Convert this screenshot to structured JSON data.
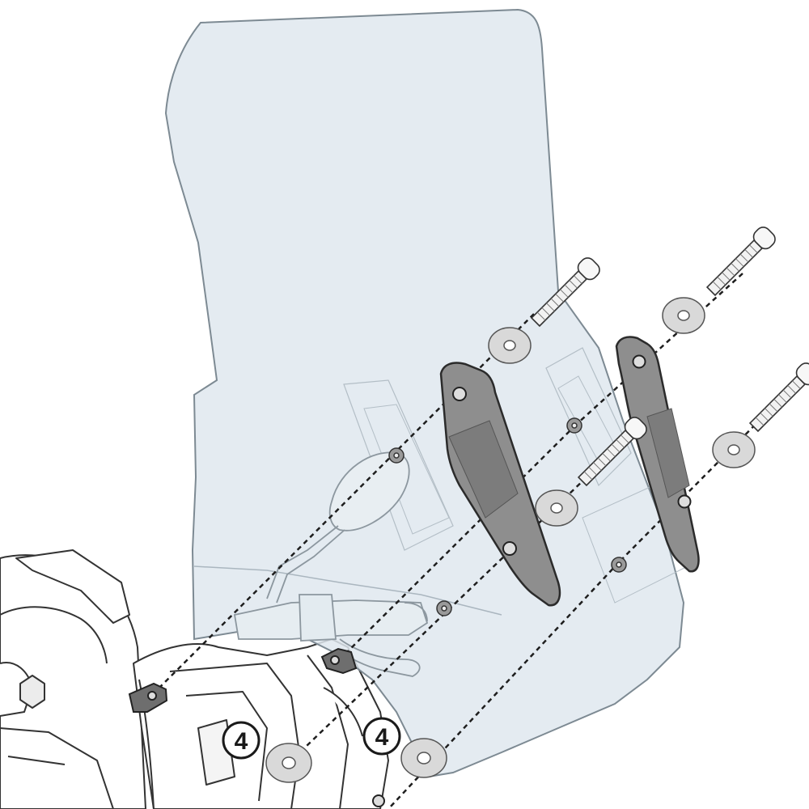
{
  "colors": {
    "windscreen_fill": "#dfe8ee",
    "windscreen_stroke": "#7d8a93",
    "bracket_fill": "#8e8e8e",
    "bracket_stroke": "#2b2b2b",
    "washer_fill": "#d9d9d9",
    "bolt_fill": "#f2f2f2",
    "outline": "#333333",
    "guide_line": "#1e1e1e"
  },
  "icons": {
    "bolt": "hex-socket-bolt-icon",
    "washer": "flat-washer-icon",
    "bracket": "mounting-bracket-icon",
    "mirror": "rear-mirror-icon"
  },
  "callouts": [
    {
      "id": "left",
      "label": "4"
    },
    {
      "id": "right",
      "label": "4"
    }
  ]
}
